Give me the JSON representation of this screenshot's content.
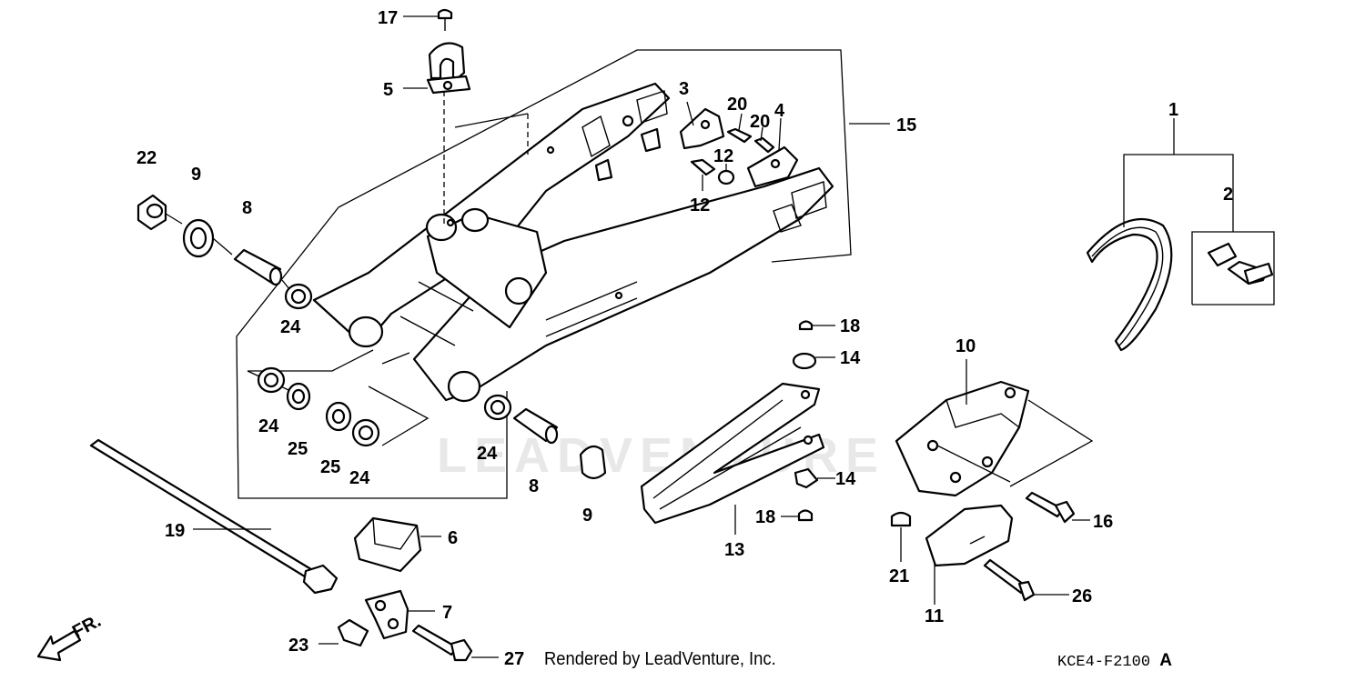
{
  "diagram": {
    "part_labels": {
      "p1": "1",
      "p2": "2",
      "p3": "3",
      "p4": "4",
      "p5": "5",
      "p6": "6",
      "p7": "7",
      "p8a": "8",
      "p8b": "8",
      "p9a": "9",
      "p9b": "9",
      "p10": "10",
      "p11": "11",
      "p12a": "12",
      "p12b": "12",
      "p13": "13",
      "p14a": "14",
      "p14b": "14",
      "p15": "15",
      "p16": "16",
      "p17": "17",
      "p18a": "18",
      "p18b": "18",
      "p19": "19",
      "p20a": "20",
      "p20b": "20",
      "p21": "21",
      "p22": "22",
      "p23": "23",
      "p24a": "24",
      "p24b": "24",
      "p24c": "24",
      "p24d": "24",
      "p25a": "25",
      "p25b": "25",
      "p26": "26",
      "p27": "27"
    },
    "direction_label": "FR.",
    "credit": "Rendered by LeadVenture, Inc.",
    "diagram_code": "KCE4-F2100",
    "diagram_code_suffix": "A",
    "watermark": "LEADVENTURE"
  }
}
